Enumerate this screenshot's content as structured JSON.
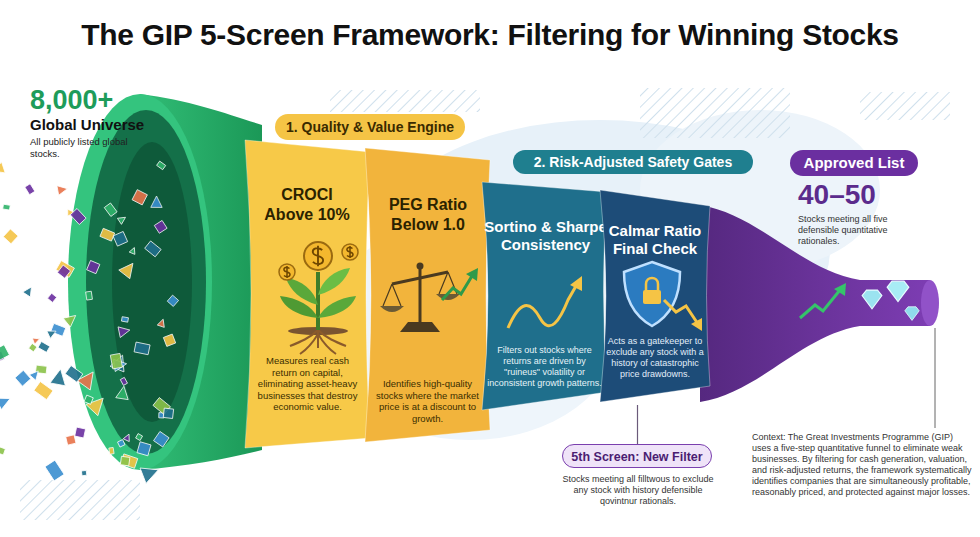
{
  "diagram": {
    "title": "The GIP 5-Screen Framework: Filtering for Winning Stocks",
    "nodes": [
      {
        "text": [
          "1. Quality & Value Engine"
        ]
      },
      {
        "text": [
          "CROCI Above 10%",
          "Measures real cash return on capital, eliminating asset-heavy businesses that destroy economic value."
        ],
        "in": 0
      },
      {
        "text": [
          "PEG Ratio Below 1.0",
          "Identifies high-quality stocks where the market price is at a discount to growth."
        ],
        "in": 0
      },
      {
        "text": [
          "2. Risk-Adjusted Safety Gates"
        ]
      },
      {
        "text": [
          "Sortino & Sharpe Consistency",
          "Filters out stocks where returns are driven by \"ruineus\" volatility or inconsistent growth patterns."
        ],
        "in": 3
      },
      {
        "text": [
          "Calmar Ratio Final Check",
          "Acts as a gatekeeper to exclude any stock with a history of catastrophic price drawdowns."
        ],
        "in": 3
      },
      {
        "text": [
          "5th Screen: New Filter",
          "Stocks meeting all filltwous to exclude any stock with history defensible qovintnur rationals."
        ]
      },
      {
        "text": [
          "Approved List",
          "40–50",
          "Stocks meeting all five defensible quantitative rationales."
        ]
      }
    ],
    "edges": [
      {
        "from": 6,
        "to": 5,
        "arrow": "none"
      }
    ],
    "labels": [
      "8,000+",
      "Global Universe",
      "All publicly listed global stocks.",
      "Context: The Great Investments Programme (GIP) uses a five-step quantitative funnel to eliminate weak businesses. By filtering for cash generation, valuation, and risk-adjusted returns, the framework systematically identifies companies that are simultaneously profitable, reasonably priced, and protected against major losses."
    ]
  }
}
